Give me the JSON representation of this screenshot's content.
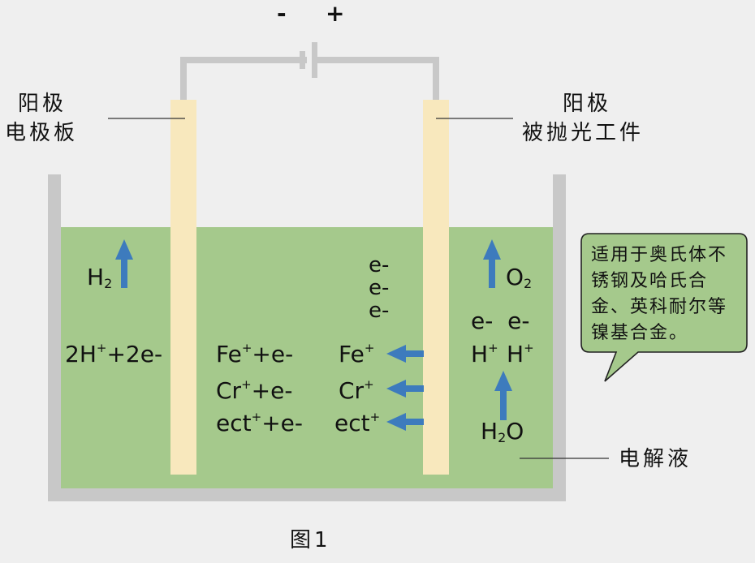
{
  "battery": {
    "minus": "-",
    "plus": "+"
  },
  "labels": {
    "left_electrode": [
      "阳极",
      "电极板"
    ],
    "right_electrode": [
      "阳极",
      "被抛光工件"
    ],
    "electrolyte": "电解液",
    "caption": "图1"
  },
  "note": "适用于奥氏体不锈钢及哈氏合金、英科耐尔等镍基合金。",
  "reactions": {
    "left_gas": "H",
    "left_gas_sub": "2",
    "left_eq": {
      "a": "2H",
      "a_sup": "+",
      "b": "+2e-"
    },
    "mid": [
      {
        "t": "Fe",
        "s": "+",
        "r": "+e-"
      },
      {
        "t": "Cr",
        "s": "+",
        "r": "+e-"
      },
      {
        "t": "ect",
        "s": "+",
        "r": "+e-"
      }
    ],
    "ions": [
      {
        "t": "Fe",
        "s": "+"
      },
      {
        "t": "Cr",
        "s": "+"
      },
      {
        "t": "ect",
        "s": "+"
      }
    ],
    "electrons": [
      "e-",
      "e-",
      "e-"
    ],
    "right_gas": "O",
    "right_gas_sub": "2",
    "right_e": "e-  e-",
    "right_h": {
      "a": "H",
      "s": "+"
    },
    "water": {
      "a": "H",
      "sub": "2",
      "b": "O"
    }
  },
  "colors": {
    "electrolyte": "#a5c98c",
    "tank": "#c8c8c8",
    "electrode": "#f8e8bd",
    "arrow": "#3d7bbd",
    "wire": "#c8c8c8"
  }
}
